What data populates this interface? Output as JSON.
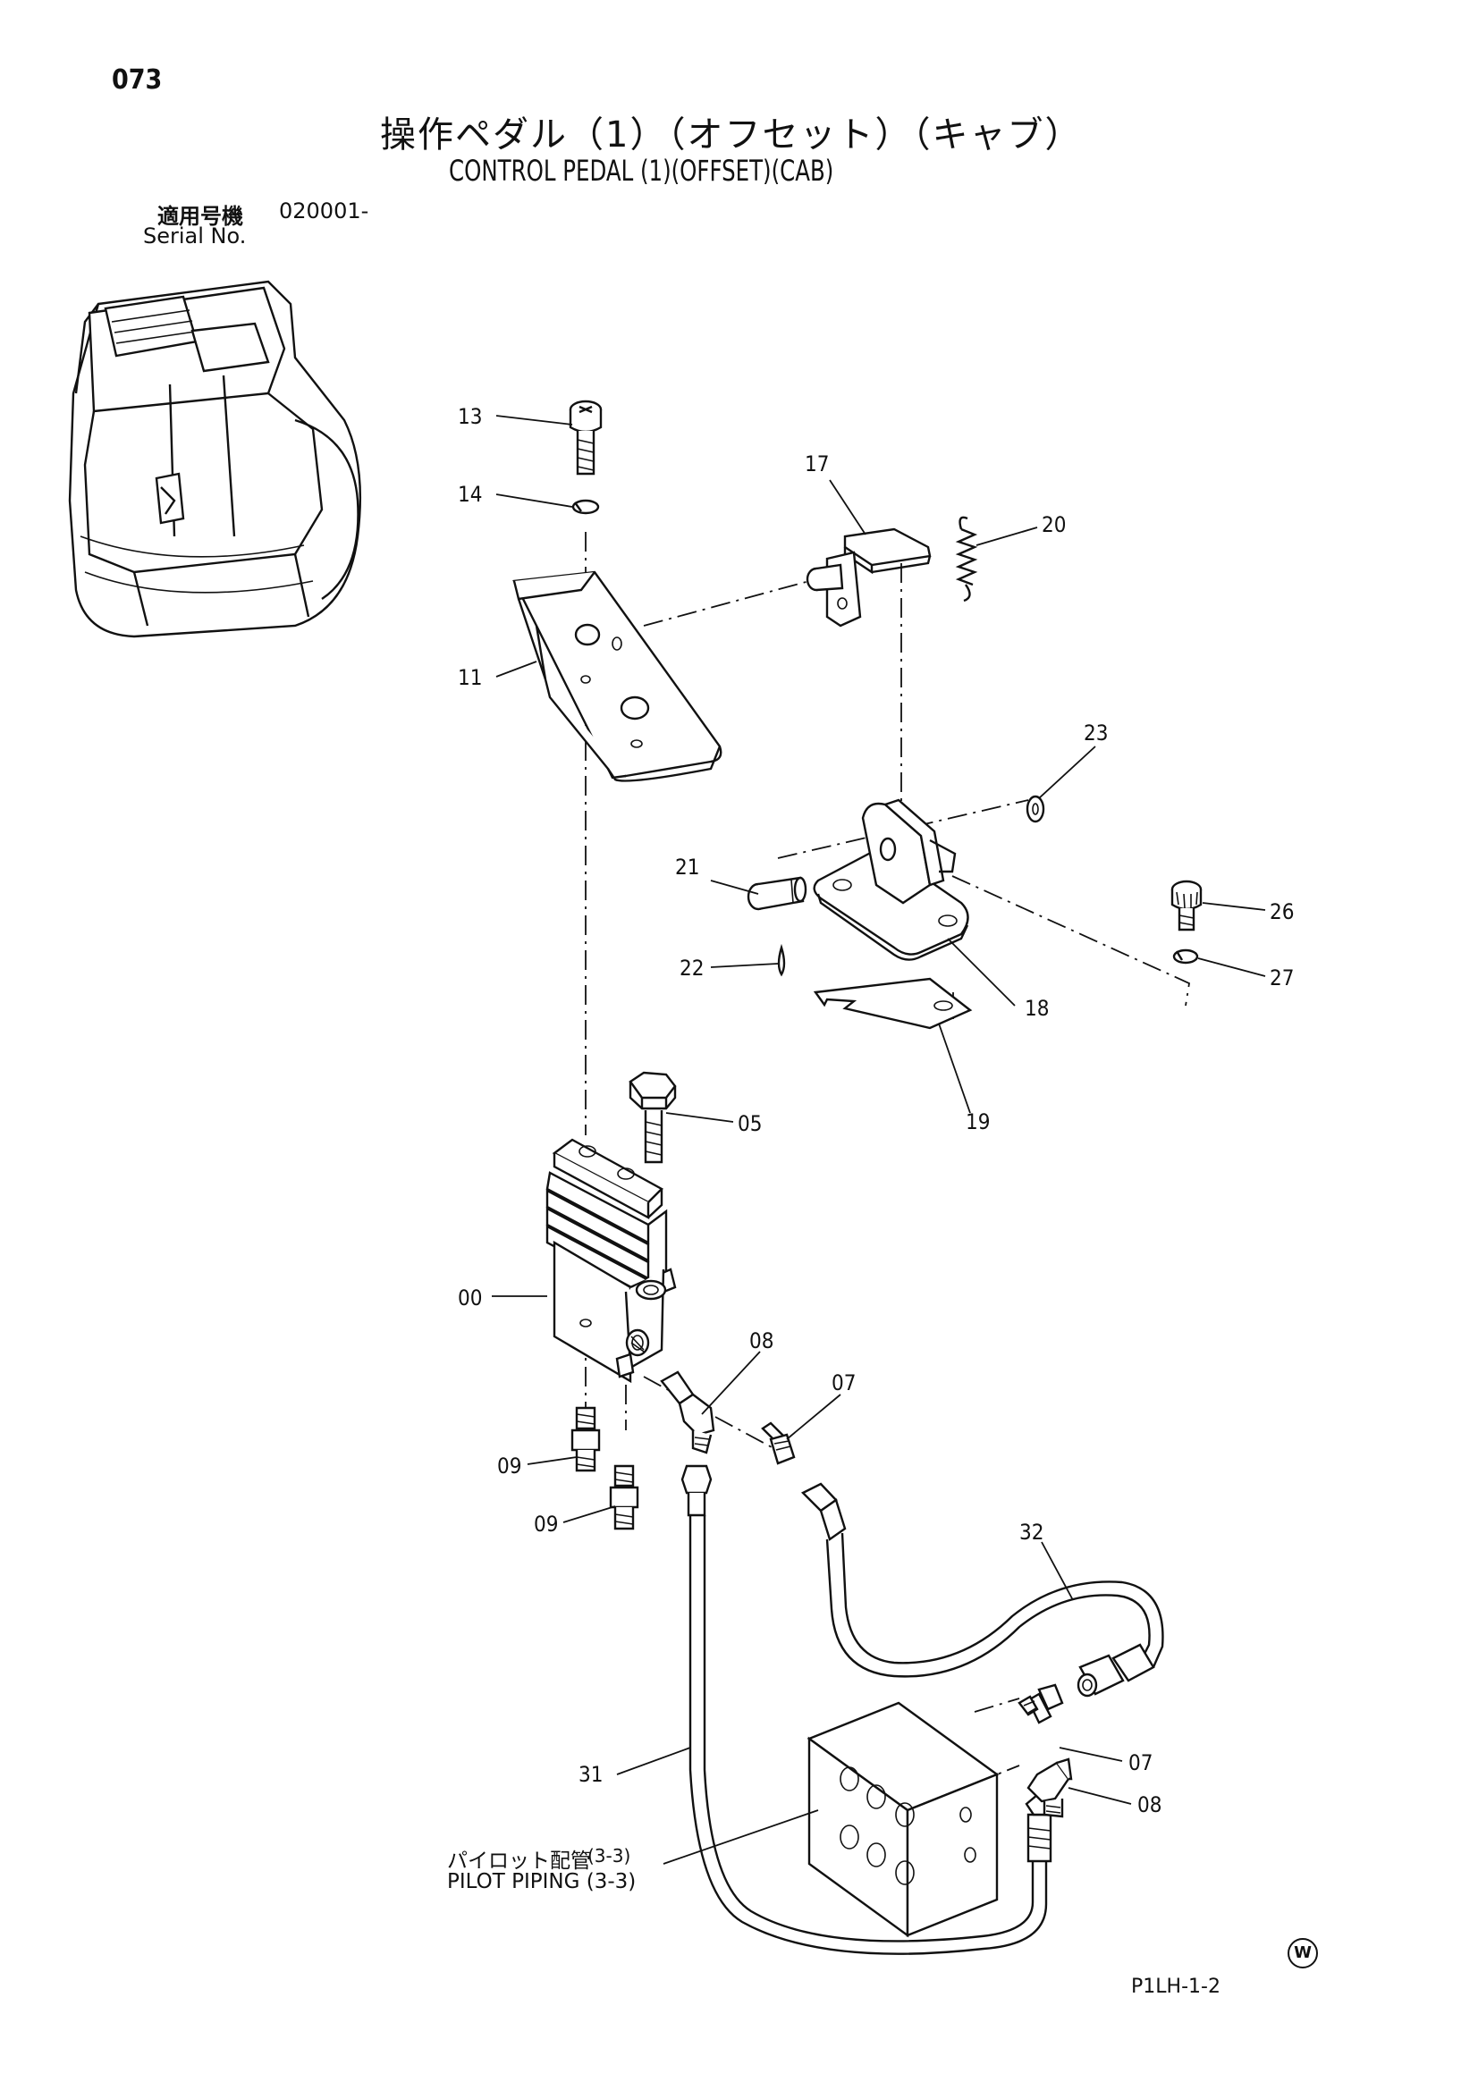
{
  "header": {
    "page_number": "073",
    "title_ja": "操作ペダル（1）（オフセット）（キャブ）",
    "title_en": "CONTROL PEDAL (1)(OFFSET)(CAB)",
    "serial_label_ja": "適用号機",
    "serial_value": "020001-",
    "serial_label_en": "Serial No."
  },
  "callouts": [
    {
      "id": "callout-13",
      "label": "13"
    },
    {
      "id": "callout-14",
      "label": "14"
    },
    {
      "id": "callout-11",
      "label": "11"
    },
    {
      "id": "callout-17",
      "label": "17"
    },
    {
      "id": "callout-20",
      "label": "20"
    },
    {
      "id": "callout-23",
      "label": "23"
    },
    {
      "id": "callout-21",
      "label": "21"
    },
    {
      "id": "callout-22",
      "label": "22"
    },
    {
      "id": "callout-18",
      "label": "18"
    },
    {
      "id": "callout-26",
      "label": "26"
    },
    {
      "id": "callout-27",
      "label": "27"
    },
    {
      "id": "callout-19",
      "label": "19"
    },
    {
      "id": "callout-05",
      "label": "05"
    },
    {
      "id": "callout-00",
      "label": "00"
    },
    {
      "id": "callout-08a",
      "label": "08"
    },
    {
      "id": "callout-07a",
      "label": "07"
    },
    {
      "id": "callout-09a",
      "label": "09"
    },
    {
      "id": "callout-09b",
      "label": "09"
    },
    {
      "id": "callout-32",
      "label": "32"
    },
    {
      "id": "callout-31",
      "label": "31"
    },
    {
      "id": "callout-07b",
      "label": "07"
    },
    {
      "id": "callout-08b",
      "label": "08"
    }
  ],
  "footer": {
    "pilot_piping_ja": "パイロット配管",
    "pilot_piping_ref": "(3-3)",
    "pilot_piping_en": "PILOT PIPING (3-3)",
    "doc_code": "P1LH-1-2",
    "w_mark": "W"
  }
}
